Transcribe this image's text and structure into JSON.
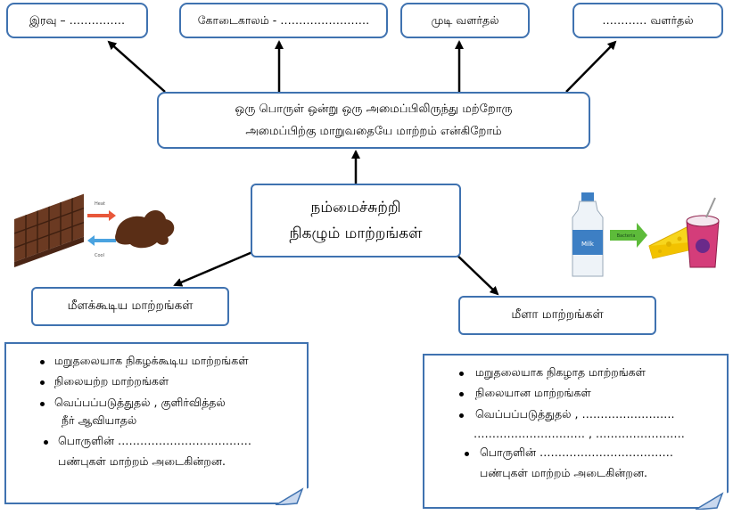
{
  "top_boxes": [
    {
      "text": "இரவு  –  ……………"
    },
    {
      "text": "கோடைகாலம்  -  ……………………"
    },
    {
      "text": "முடி  வளர்தல்"
    },
    {
      "text": "…………  வளர்தல்"
    }
  ],
  "definition": {
    "line1": "ஒரு  பொருள்  ஒன்று  ஒரு  அமைப்பிலிருந்து  மற்றோரு",
    "line2": "அமைப்பிற்கு  மாறுவதையே  மாற்றம்  என்கிறோம்"
  },
  "root": {
    "line1": "நம்மைச்சுற்றி",
    "line2": "நிகழும்  மாற்றங்கள்"
  },
  "reversible": {
    "title": "மீளக்கூடிய  மாற்றங்கள்",
    "items": [
      "மறுதலையாக  நிகழக்கூடிய  மாற்றங்கள்",
      "நிலையற்ற  மாற்றங்கள்",
      "வெப்பப்படுத்துதல்  ,  குளிர்வித்தல்",
      "நீர்  ஆவியாதல்",
      "பொருளின்  ………………………………",
      "பண்புகள்  மாற்றம்  அடைகின்றன."
    ]
  },
  "irreversible": {
    "title": "மீளா  மாற்றங்கள்",
    "items": [
      "மறுதலையாக  நிகழாத  மாற்றங்கள்",
      "நிலையான  மாற்றங்கள்",
      "வெப்பப்படுத்துதல்  ,  …………………….",
      "…………………………  ,  ……………………",
      "பொருளின்  ………………………………",
      "பண்புகள்  மாற்றம்  அடைகின்றன."
    ]
  },
  "images": {
    "chocolate": {
      "heat_label": "Heat",
      "cool_label": "Cool"
    },
    "milk": {
      "bottle_label": "Milk",
      "arrow_label": "Bacteria"
    }
  },
  "colors": {
    "box_border": "#3f72b0",
    "arrow": "#000000"
  }
}
